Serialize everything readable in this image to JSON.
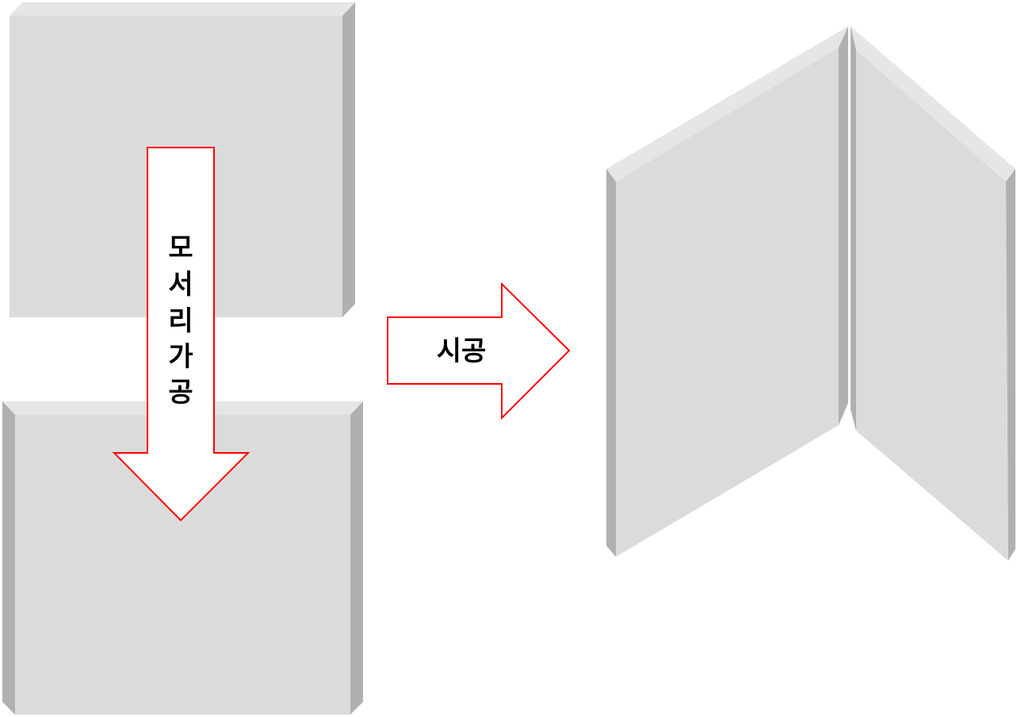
{
  "labels": {
    "corner_processing": [
      "모",
      "서",
      "리",
      "가",
      "공"
    ],
    "installation": "시공"
  },
  "colors": {
    "panel_face": "#dcdbdc",
    "panel_top": "#e6e6e6",
    "panel_side": "#b0b0b0",
    "arrow_stroke": "#ff0000",
    "arrow_fill": "#ffffff",
    "text": "#000000"
  }
}
